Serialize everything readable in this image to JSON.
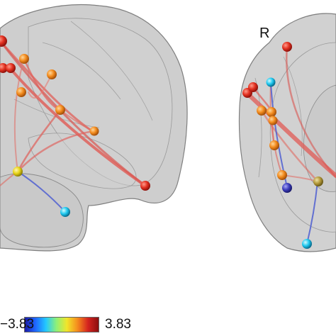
{
  "views": {
    "right_view_label": "R"
  },
  "colorbar": {
    "min_label": "−3.83",
    "max_label": "3.83",
    "colors": [
      "#1a1aa8",
      "#1f66ff",
      "#23c8ff",
      "#8ef078",
      "#f2e52a",
      "#f58c1e",
      "#d4231f",
      "#8a0f0f"
    ]
  },
  "colors": {
    "brain_fill": "#bcbcbc",
    "brain_stroke": "#8c8c8c",
    "edge_positive": "#e0605a",
    "edge_negative": "#4f5fd1"
  }
}
